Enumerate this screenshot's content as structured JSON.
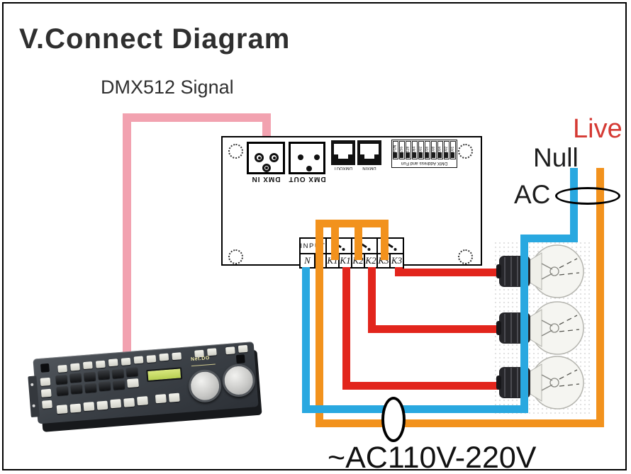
{
  "header": {
    "title": "V.Connect Diagram",
    "subtitle": "DMX512 Signal"
  },
  "labels": {
    "live": "Live",
    "null": "Null",
    "ac": "AC",
    "voltage": "~AC110V-220V"
  },
  "board": {
    "dmx_in": "DMX IN",
    "dmx_out": "DMX OUT",
    "rj45": [
      "DMXOUT",
      "DMXIN"
    ],
    "dip": {
      "caption": "DMX Address and Fun",
      "switches": [
        "001",
        "002",
        "004",
        "008",
        "016",
        "032",
        "064",
        "128",
        "255",
        "FUN"
      ]
    }
  },
  "terminal": {
    "input": "INPUT",
    "cells": [
      "N",
      "",
      "K1",
      "K1",
      "K2",
      "K2",
      "K3",
      "K3"
    ]
  },
  "console": {
    "brand": "Net.DO"
  },
  "colors": {
    "dmx_signal_pink": "#f2a2b0",
    "live_orange": "#f2921d",
    "neutral_blue": "#29a8e0",
    "load_red": "#e2251c",
    "live_text_red": "#d53a34"
  }
}
